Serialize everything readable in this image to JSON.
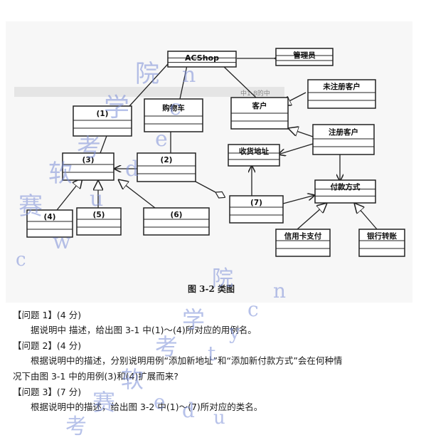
{
  "figure": {
    "caption": "图 3-2  类图",
    "classes": {
      "acshop": "ACShop",
      "admin": "管理员",
      "unregistered": "未注册客户",
      "c1": "(1)",
      "cart": "购物车",
      "customer": "客户",
      "registered": "注册客户",
      "c2": "(2)",
      "address": "收货地址",
      "c3": "(3)",
      "payment": "付款方式",
      "c7": "(7)",
      "c4": "(4)",
      "c5": "(5)",
      "c6": "(6)",
      "credit": "信用卡支付",
      "bank": "银行转账"
    },
    "faded_text": "中1-8的中"
  },
  "questions": [
    {
      "title": "【问题 1】(4 分)",
      "body": [
        "据说明中   描述，给出图 3-1 中(1)～(4)所对应的用例名。"
      ]
    },
    {
      "title": "【问题 2】(4 分)",
      "body": [
        "根据说明中的描述，分别说明用例“添加新地址”和“添加新付款方式”会在何种情",
        "况下由图 3-1 中的用例(3)和(4)扩展而来?"
      ]
    },
    {
      "title": "【问题 3】(7 分)",
      "body": [
        "根据说明中的描述，给出图 3-2 中(1)～(7)所对应的类名。"
      ]
    }
  ],
  "watermark": [
    "院",
    "n",
    "学",
    "c",
    "考",
    "e",
    "软",
    "d",
    "赛",
    "u",
    "w",
    "c",
    "院",
    "n",
    "学",
    "c",
    "y",
    "考",
    "t",
    "软",
    "赛",
    "e",
    "d",
    "u",
    "考"
  ]
}
